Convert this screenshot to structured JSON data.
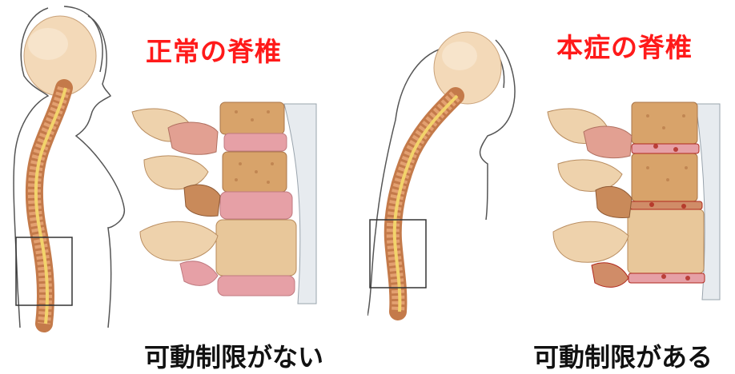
{
  "colors": {
    "title_red": "#ff1a1a",
    "caption_black": "#111111",
    "vertebra": "#e9c99c",
    "vertebra_dark": "#c98a5a",
    "disc_pink": "#e6a0a6",
    "spinal_cord": "#f2d36b",
    "bone_marrow": "#d8a36a",
    "damage_red": "#b0281e"
  },
  "left": {
    "title": "正常の脊椎",
    "caption": "可動制限がない"
  },
  "right": {
    "title": "本症の脊椎",
    "caption": "可動制限がある"
  }
}
